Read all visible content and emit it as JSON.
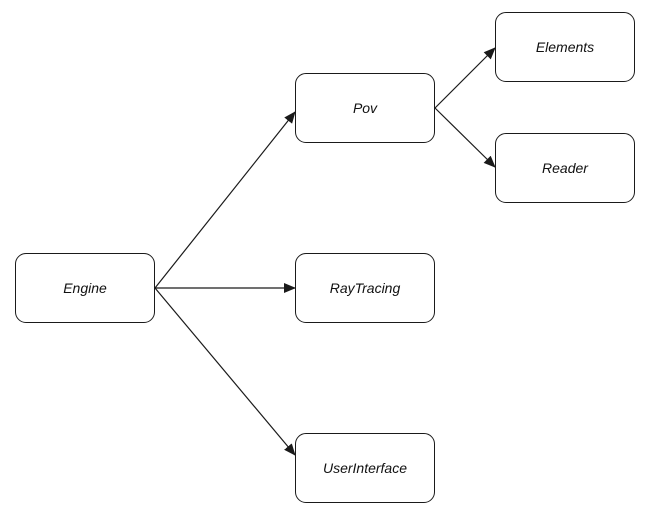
{
  "diagram": {
    "nodes": {
      "engine": {
        "label": "Engine"
      },
      "pov": {
        "label": "Pov"
      },
      "raytracing": {
        "label": "RayTracing"
      },
      "userinterface": {
        "label": "UserInterface"
      },
      "elements": {
        "label": "Elements"
      },
      "reader": {
        "label": "Reader"
      }
    },
    "edges": [
      {
        "from": "engine",
        "to": "pov"
      },
      {
        "from": "engine",
        "to": "raytracing"
      },
      {
        "from": "engine",
        "to": "userinterface"
      },
      {
        "from": "pov",
        "to": "elements"
      },
      {
        "from": "pov",
        "to": "reader"
      }
    ],
    "colors": {
      "stroke": "#1a1a1a",
      "background": "#ffffff"
    }
  }
}
